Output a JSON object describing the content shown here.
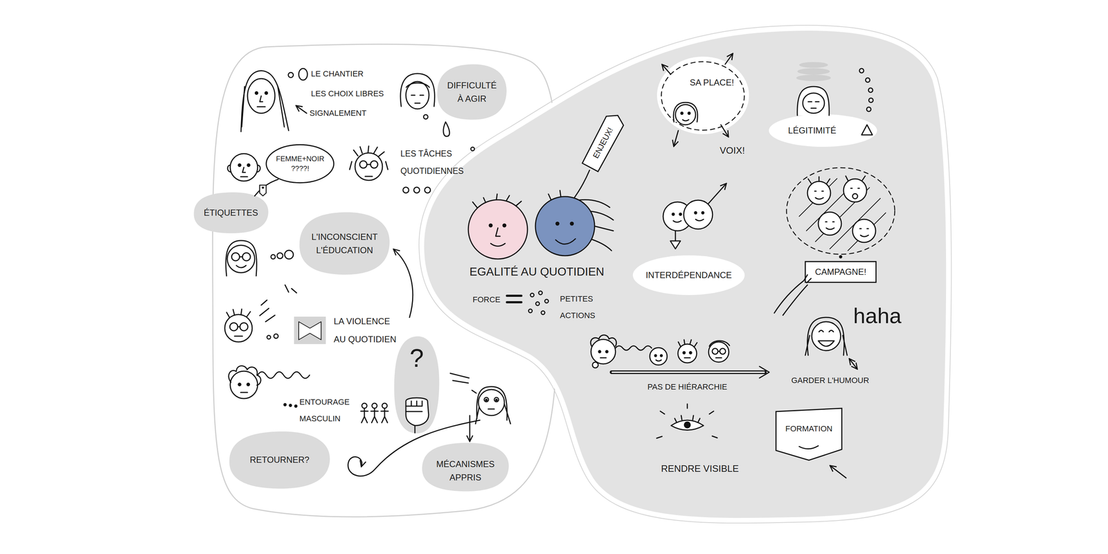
{
  "diagram": {
    "nodes": [
      {
        "text": [
          "DIFFICULTÉ À AGIR"
        ]
      },
      {
        "text": [
          "FEMME+NOIR ????!"
        ]
      },
      {
        "text": [
          "ÉTIQUETTES"
        ]
      },
      {
        "text": [
          "L'INCONSCIENT L'ÉDUCATION"
        ]
      },
      {
        "text": [
          "?"
        ]
      },
      {
        "text": [
          "RETOURNER?"
        ]
      },
      {
        "text": [
          "MÉCANISMES APPRIS"
        ]
      },
      {
        "text": [
          "ENJEUX!"
        ]
      },
      {
        "text": [
          "SA PLACE!"
        ]
      },
      {
        "text": [
          "LÉGITIMITÉ"
        ]
      },
      {
        "text": [
          "INTERDÉPENDANCE"
        ]
      },
      {
        "text": [
          "CAMPAGNE!"
        ]
      },
      {
        "text": [
          "FORMATION"
        ]
      }
    ],
    "edges": [
      {
        "from": 1,
        "to": 2,
        "arrow": "none"
      }
    ],
    "labels": [
      "LE CHANTIER",
      "LES CHOIX LIBRES",
      "SIGNALEMENT",
      "LES TÂCHES QUOTIDIENNES",
      "LA VIOLENCE AU QUOTIDIEN",
      "ENTOURAGE MASCULIN",
      "EGALITÉ AU QUOTIDIEN",
      "FORCE",
      "PETITES ACTIONS",
      "VOIX!",
      "PAS DE HIÉRARCHIE",
      "haha",
      "GARDER L'HUMOUR",
      "RENDRE VISIBLE"
    ]
  }
}
